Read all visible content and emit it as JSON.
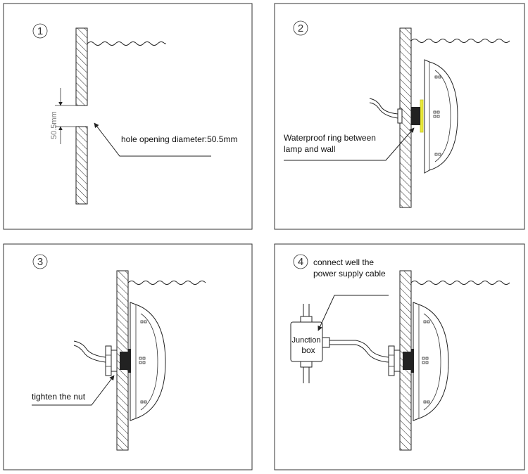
{
  "steps": [
    {
      "number": "1",
      "labels": [
        "hole opening diameter:50.5mm"
      ],
      "dimension": "50.5mm"
    },
    {
      "number": "2",
      "labels": [
        "Waterproof ring between",
        "lamp and wall"
      ]
    },
    {
      "number": "3",
      "labels": [
        "tighten the nut"
      ]
    },
    {
      "number": "4",
      "labels": [
        "connect well the",
        "power supply cable"
      ],
      "junction": [
        "Junction",
        "box"
      ]
    }
  ],
  "colors": {
    "ring": "#e9e93a",
    "line": "#222222"
  }
}
